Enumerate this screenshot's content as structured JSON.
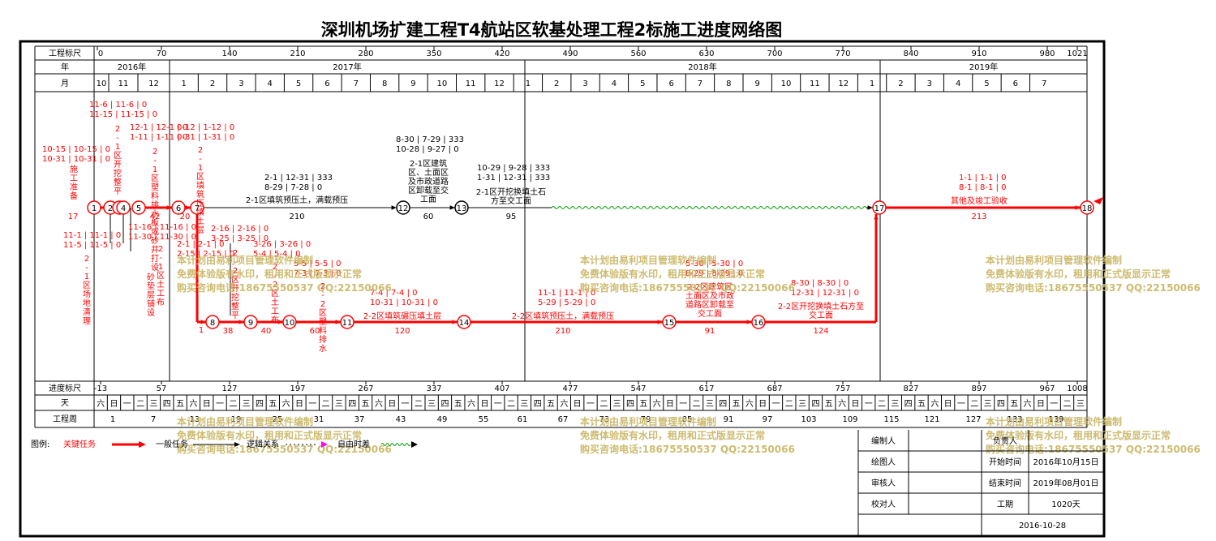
{
  "title": "深圳机场扩建工程T4航站区软基处理工程2标施工进度网络图",
  "colors": {
    "critical": "#ff0000",
    "normal": "#000000",
    "free_float": "#00a000",
    "watermark": "#c8b460",
    "relation": "#ff00ff"
  },
  "scale": {
    "label": "工程标尺",
    "ticks": [
      "0",
      "70",
      "140",
      "210",
      "280",
      "350",
      "420",
      "490",
      "560",
      "630",
      "700",
      "770",
      "840",
      "910",
      "980",
      "1021"
    ]
  },
  "years": {
    "label": "年",
    "items": [
      "2016年",
      "2017年",
      "2018年",
      "2019年"
    ]
  },
  "months": {
    "label": "月",
    "items": [
      "10",
      "11",
      "12",
      "1",
      "2",
      "3",
      "4",
      "5",
      "6",
      "7",
      "8",
      "9",
      "10",
      "11",
      "12",
      "1",
      "2",
      "3",
      "4",
      "5",
      "6",
      "7",
      "8",
      "9",
      "10",
      "11",
      "12",
      "1",
      "2",
      "3",
      "4",
      "5",
      "6",
      "7"
    ]
  },
  "progress": {
    "label": "进度标尺",
    "ticks": [
      "-13",
      "57",
      "127",
      "197",
      "267",
      "337",
      "407",
      "477",
      "547",
      "617",
      "687",
      "757",
      "827",
      "897",
      "967",
      "1008"
    ]
  },
  "days": {
    "label": "天",
    "items": [
      "六",
      "日",
      "一",
      "二",
      "三",
      "四",
      "五",
      "六",
      "日",
      "一",
      "二",
      "三",
      "四",
      "五",
      "六",
      "日",
      "一",
      "二",
      "三",
      "四",
      "五",
      "六",
      "日",
      "一",
      "二",
      "三",
      "四",
      "五",
      "六",
      "日",
      "一",
      "二",
      "三",
      "四",
      "五",
      "六",
      "日",
      "一",
      "二",
      "三",
      "四",
      "五",
      "六",
      "日",
      "一",
      "二",
      "三",
      "四",
      "五",
      "六",
      "日",
      "一",
      "二",
      "三",
      "四",
      "五",
      "六",
      "日",
      "一",
      "二",
      "三",
      "四",
      "五",
      "六",
      "日",
      "一",
      "二",
      "三",
      "四",
      "五",
      "六",
      "日",
      "一",
      "二",
      "三"
    ]
  },
  "weeks": {
    "label": "工程周",
    "items": [
      "1",
      "7",
      "13",
      "19",
      "25",
      "31",
      "37",
      "43",
      "49",
      "55",
      "61",
      "67",
      "73",
      "79",
      "85",
      "91",
      "97",
      "103",
      "109",
      "115",
      "121",
      "127",
      "133",
      "139"
    ]
  },
  "nodes": [
    "1",
    "2",
    "3",
    "4",
    "5",
    "6",
    "7",
    "8",
    "9",
    "10",
    "11",
    "12",
    "13",
    "14",
    "15",
    "16",
    "17",
    "18"
  ],
  "tasks": [
    {
      "name": "施工准备",
      "dur": "17",
      "dates": [
        "10-15",
        "10-15",
        "0",
        "10-31",
        "10-31",
        "0"
      ]
    },
    {
      "name": "2-1区开挖整平",
      "dur": "",
      "dates": [
        "11-6",
        "11-6",
        "0",
        "11-15",
        "11-15",
        "0"
      ]
    },
    {
      "name": "2-1区塑料排水板或砂井打设",
      "dur": "42",
      "dates": [
        "12-1",
        "12-1",
        "0",
        "1-11",
        "1-11",
        "0"
      ]
    },
    {
      "name": "2-1区填筑压填土层",
      "dur": "20",
      "dates": [
        "0-12",
        "1-12",
        "0",
        "0-31",
        "1-31",
        "0"
      ]
    },
    {
      "name": "2-1区填筑预压土，满载预压",
      "dur": "210",
      "dates": [
        "2-1",
        "12-31",
        "333",
        "8-29",
        "7-28",
        "0"
      ]
    },
    {
      "name": "2-1区建筑区、土面区及市政道路区卸载至交工面",
      "dur": "60",
      "dates": [
        "8-30",
        "7-29",
        "333",
        "10-28",
        "9-27",
        "0"
      ]
    },
    {
      "name": "2-1区开挖换填土石方至交工面",
      "dur": "95",
      "dates": [
        "10-29",
        "9-28",
        "333",
        "1-31",
        "12-31",
        "333"
      ]
    },
    {
      "name": "其他及竣工验收",
      "dur": "213",
      "dates": [
        "1-1",
        "1-1",
        "0",
        "8-1",
        "8-1",
        "0"
      ]
    },
    {
      "name": "2-1区场地清理",
      "dur": "",
      "dates": [
        "11-1",
        "11-1",
        "0",
        "11-5",
        "11-5",
        "0"
      ]
    },
    {
      "name": "2-1区土工布、砂垫层铺设",
      "dur": "",
      "dates": [
        "11-16",
        "11-16",
        "0",
        "11-30",
        "11-30",
        "0"
      ]
    },
    {
      "name": "2-2区场地清理",
      "dur": "1",
      "dates": [
        "2-1",
        "2-1",
        "0",
        "2-15",
        "2-15",
        "0"
      ]
    },
    {
      "name": "2-2区开挖整平",
      "dur": "38",
      "dates": [
        "2-16",
        "2-16",
        "0",
        "3-25",
        "3-25",
        "0"
      ]
    },
    {
      "name": "2-2区土工布砂垫层铺设",
      "dur": "40",
      "dates": [
        "3-26",
        "3-26",
        "0",
        "5-4",
        "5-4",
        "0"
      ]
    },
    {
      "name": "2-2区塑料排水板或砂井打设",
      "dur": "60",
      "dates": [
        "5-5",
        "5-5",
        "0",
        "7-3",
        "7-3",
        "0"
      ]
    },
    {
      "name": "2-2区填筑碾压填土层",
      "dur": "120",
      "dates": [
        "7-4",
        "7-4",
        "0",
        "10-31",
        "10-31",
        "0"
      ]
    },
    {
      "name": "2-2区填筑预压土，满载预压",
      "dur": "210",
      "dates": [
        "11-1",
        "11-1",
        "0",
        "5-29",
        "5-29",
        "0"
      ]
    },
    {
      "name": "2-2区建筑区土面区及市政道路区卸载至交工面",
      "dur": "91",
      "dates": [
        "5-30",
        "5-30",
        "0",
        "8-29",
        "8-29",
        "0"
      ]
    },
    {
      "name": "2-2区开挖换填土石方至交工面",
      "dur": "124",
      "dates": [
        "8-30",
        "8-30",
        "0",
        "12-31",
        "12-31",
        "0"
      ]
    }
  ],
  "watermark": {
    "line1": "本计划由易利项目管理软件编制",
    "line2": "免费体验版有水印，租用和正式版显示正常",
    "line3": "购买咨询电话:18675550537 QQ:22150066"
  },
  "legend": {
    "label": "图例:",
    "critical": "关键任务",
    "normal": "一般任务",
    "relation": "逻辑关系",
    "float": "自由时差"
  },
  "signoff": {
    "left": [
      "编制人",
      "绘图人",
      "审核人",
      "校对人"
    ],
    "right": [
      {
        "k": "负责人",
        "v": ""
      },
      {
        "k": "开始时间",
        "v": "2016年10月15日"
      },
      {
        "k": "结束时间",
        "v": "2019年08月01日"
      },
      {
        "k": "工期",
        "v": "1020天"
      }
    ],
    "date": "2016-10-28"
  }
}
